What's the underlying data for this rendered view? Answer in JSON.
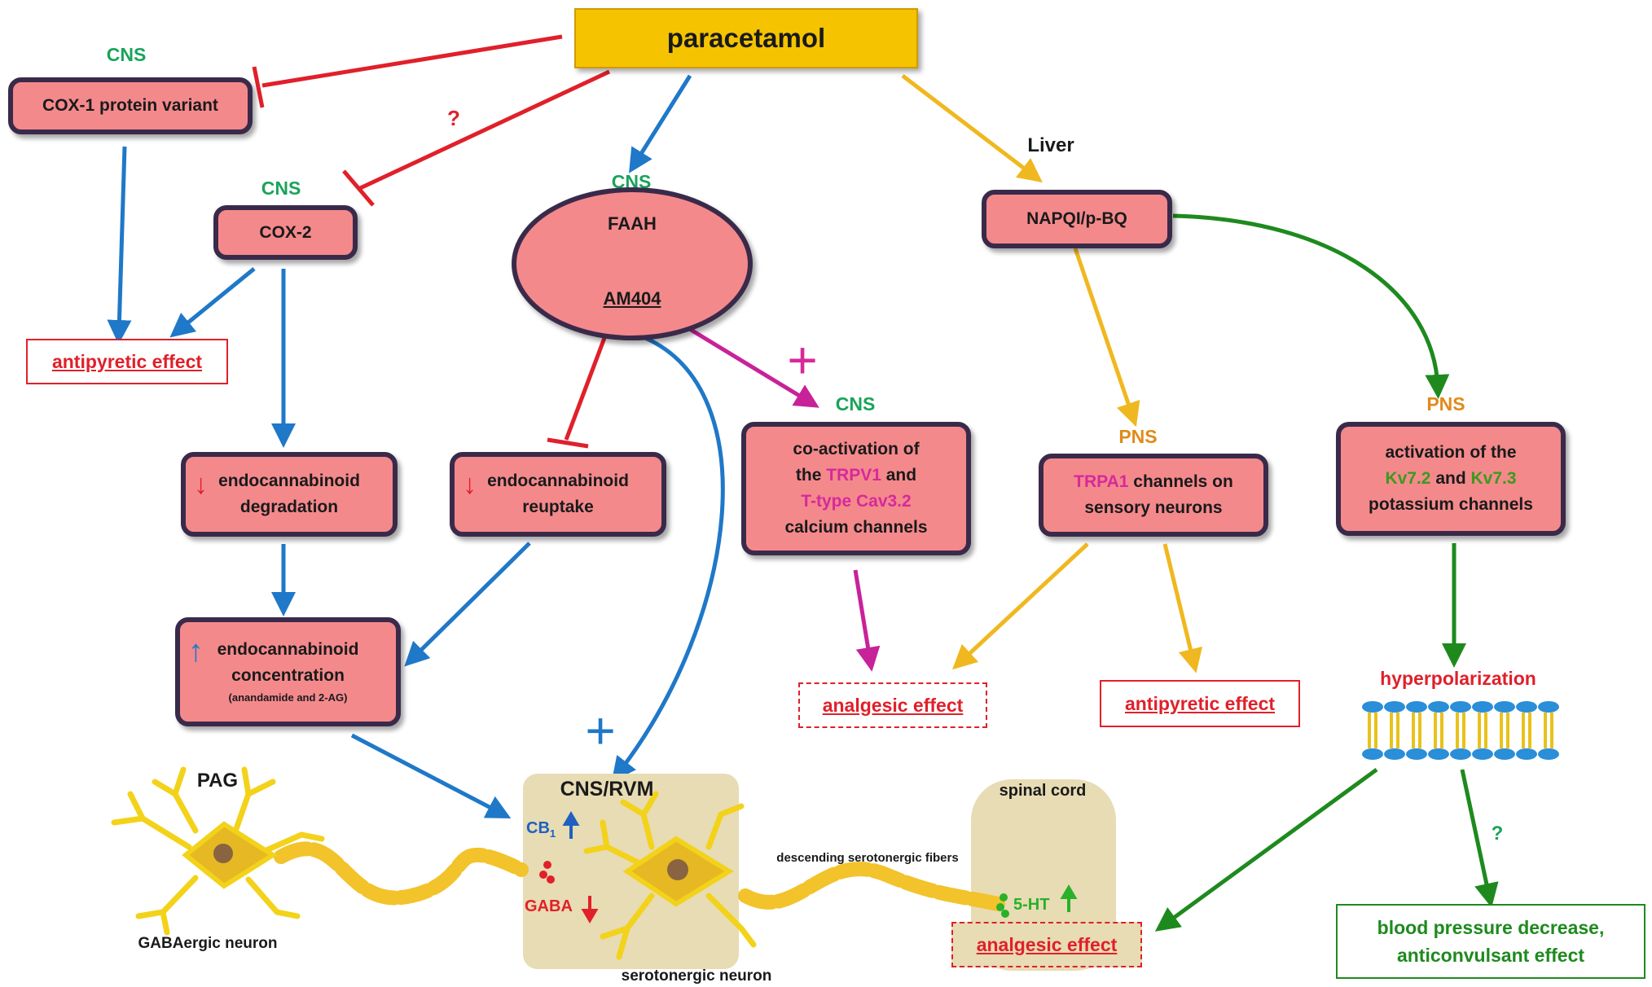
{
  "title": "paracetamol",
  "regions": {
    "cns_left": "CNS",
    "cns_cox2": "CNS",
    "cns_faah": "CNS",
    "cns_trpv": "CNS",
    "liver": "Liver",
    "pns_trpa": "PNS",
    "pns_kv": "PNS",
    "question_cox2": "?",
    "question_hyper": "?"
  },
  "nodes": {
    "cox1": "COX-1 protein variant",
    "cox2": "COX-2",
    "faah": "FAAH",
    "am404": "AM404",
    "napqi": "NAPQI/p-BQ",
    "ecb_degradation": [
      "endocannabinoid",
      "degradation"
    ],
    "ecb_reuptake": [
      "endocannabinoid",
      "reuptake"
    ],
    "ecb_concentration": [
      "endocannabinoid",
      "concentration",
      "(anandamide and 2-AG)"
    ],
    "trpv": {
      "l1": "co-activation of",
      "l2a": "the ",
      "l2b": "TRPV1",
      "l2c": " and",
      "l3": "T-type Cav3.2",
      "l4": "calcium channels"
    },
    "trpa": {
      "l1a": "TRPA1",
      "l1b": " channels on",
      "l2": "sensory neurons"
    },
    "kv": {
      "l1": "activation of the",
      "l2a": "Kv7.2",
      "l2b": " and ",
      "l2c": "Kv7.3",
      "l3": "potassium channels"
    }
  },
  "effects": {
    "antipyretic_left": "antipyretic effect",
    "analgesic_mid": "analgesic effect",
    "antipyretic_right": "antipyretic effect",
    "analgesic_spinal": "analgesic effect",
    "bp": [
      "blood pressure decrease,",
      "anticonvulsant effect"
    ]
  },
  "hyperpolarization": "hyperpolarization",
  "plus_signs": [
    "+",
    "+"
  ],
  "bottom": {
    "pag": "PAG",
    "gaba_neuron": "GABAergic neuron",
    "cns_rvm": "CNS/RVM",
    "cb1": "CB",
    "cb1_sub": "1",
    "gaba": "GABA",
    "descending": "descending serotonergic fibers",
    "spinal_cord": "spinal cord",
    "ht": "5-HT",
    "serotonergic_neuron": "serotonergic neuron"
  },
  "colors": {
    "box_fill": "#f4898c",
    "box_border": "#3a2a4a",
    "title_fill": "#f5c300",
    "blue_arrow": "#1f78c8",
    "red_inhibit": "#e0202a",
    "yellow_arrow": "#f0b820",
    "green_arrow": "#1e8a1e",
    "magenta_arrow": "#c8229a",
    "cns_text": "#1aa35a",
    "pns_text": "#e08a1a"
  }
}
